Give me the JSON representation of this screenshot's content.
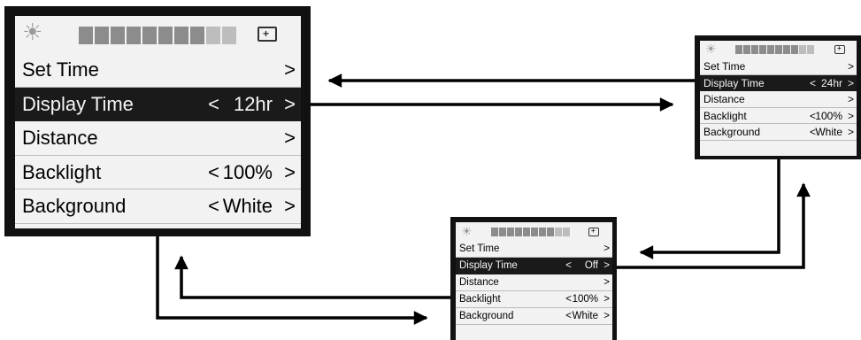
{
  "screens": {
    "large": {
      "menu": [
        {
          "label": "Set Time",
          "value": "",
          "open": "",
          "close": ">",
          "selected": false
        },
        {
          "label": "Display Time",
          "value": "12hr",
          "open": "<",
          "close": ">",
          "selected": true
        },
        {
          "label": "Distance",
          "value": "",
          "open": "",
          "close": ">",
          "selected": false
        },
        {
          "label": "Backlight",
          "value": "100%",
          "open": "<",
          "close": ">",
          "selected": false
        },
        {
          "label": "Background",
          "value": "White",
          "open": "<",
          "close": ">",
          "selected": false
        }
      ]
    },
    "right": {
      "menu": [
        {
          "label": "Set Time",
          "value": "",
          "open": "",
          "close": ">",
          "selected": false
        },
        {
          "label": "Display Time",
          "value": "24hr",
          "open": "<",
          "close": ">",
          "selected": true
        },
        {
          "label": "Distance",
          "value": "",
          "open": "",
          "close": ">",
          "selected": false
        },
        {
          "label": "Backlight",
          "value": "100%",
          "open": "<",
          "close": ">",
          "selected": false
        },
        {
          "label": "Background",
          "value": "White",
          "open": "<",
          "close": ">",
          "selected": false
        }
      ]
    },
    "bottom": {
      "menu": [
        {
          "label": "Set Time",
          "value": "",
          "open": "",
          "close": ">",
          "selected": false
        },
        {
          "label": "Display Time",
          "value": "Off",
          "open": "<",
          "close": ">",
          "selected": true
        },
        {
          "label": "Distance",
          "value": "",
          "open": "",
          "close": ">",
          "selected": false
        },
        {
          "label": "Backlight",
          "value": "100%",
          "open": "<",
          "close": ">",
          "selected": false
        },
        {
          "label": "Background",
          "value": "White",
          "open": "<",
          "close": ">",
          "selected": false
        }
      ]
    }
  },
  "status_icons": {
    "left": "backlight-sun-icon",
    "right": "battery-icon"
  },
  "brightness_segments": 10,
  "colors": {
    "selected_row": "#1a1a1a",
    "lcd": "#f2f2f2",
    "bezel": "#111111",
    "arrow": "#000000"
  }
}
